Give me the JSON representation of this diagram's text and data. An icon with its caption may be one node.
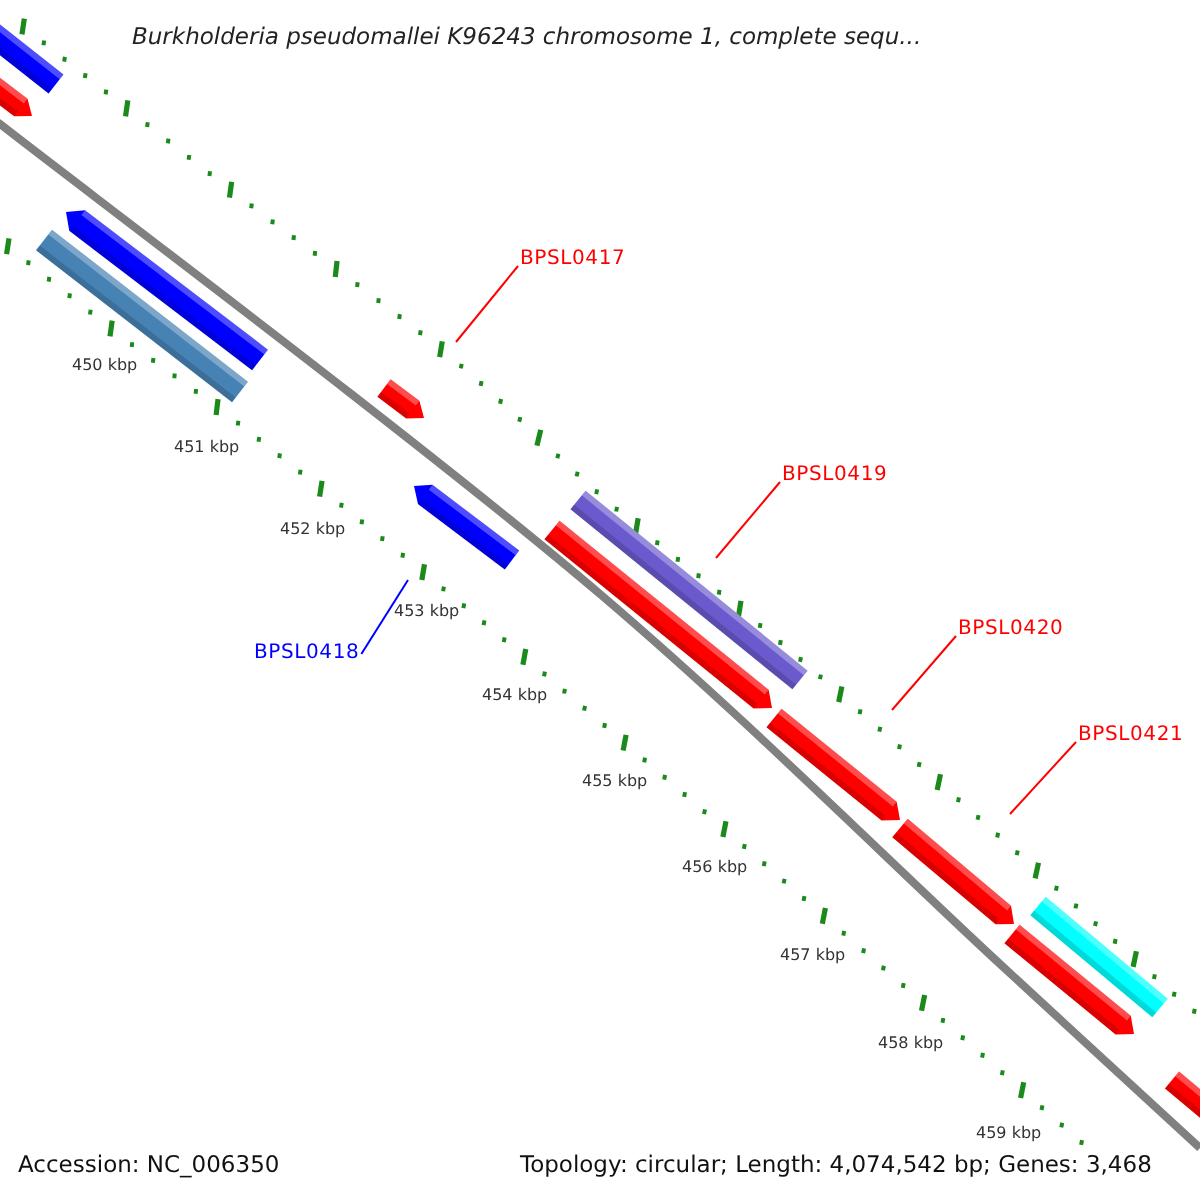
{
  "diagram": {
    "title": "Burkholderia pseudomallei K96243 chromosome 1, complete sequ...",
    "nodes": [
      {
        "text": [
          "BPSL0417"
        ]
      },
      {
        "text": [
          "BPSL0418"
        ]
      },
      {
        "text": [
          "BPSL0419"
        ]
      },
      {
        "text": [
          "BPSL0420"
        ]
      },
      {
        "text": [
          "BPSL0421"
        ]
      }
    ],
    "edges": [
      {
        "from": 0,
        "to": null,
        "arrow": "none"
      },
      {
        "from": 1,
        "to": null,
        "arrow": "none",
        "color": "#0000ff"
      },
      {
        "from": 2,
        "to": null,
        "arrow": "none"
      },
      {
        "from": 3,
        "to": null,
        "arrow": "none"
      },
      {
        "from": 4,
        "to": null,
        "arrow": "none"
      }
    ],
    "labels": [
      "450 kbp",
      "451 kbp",
      "452 kbp",
      "453 kbp",
      "454 kbp",
      "455 kbp",
      "456 kbp",
      "457 kbp",
      "458 kbp",
      "459 kbp",
      "Accession: NC_006350",
      "Topology: circular; Length: 4,074,542 bp; Genes: 3,468"
    ]
  }
}
